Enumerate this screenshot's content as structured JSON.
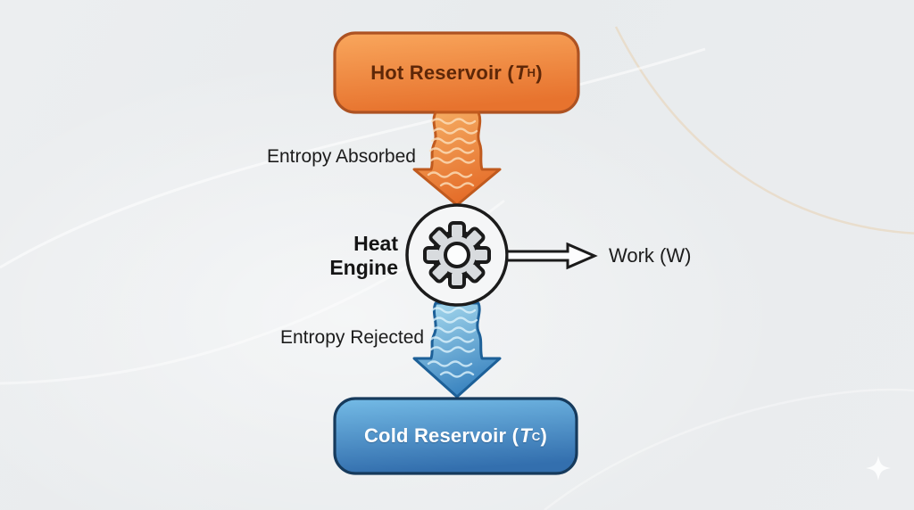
{
  "diagram": {
    "hot_reservoir": {
      "prefix": "Hot Reservoir (",
      "symbol": "T",
      "subscript": "H",
      "suffix": ")"
    },
    "cold_reservoir": {
      "prefix": "Cold Reservoir (",
      "symbol": "T",
      "subscript": "C",
      "suffix": ")"
    },
    "heat_engine": {
      "line1": "Heat",
      "line2": "Engine"
    },
    "flows": {
      "entropy_absorbed": "Entropy Absorbed",
      "entropy_rejected": "Entropy Rejected",
      "work": "Work (W)"
    },
    "colors": {
      "background": "#eaecee",
      "outline": "#1b1b1b",
      "label_text": "#1c1c1c",
      "hot_box_top": "#f9a75d",
      "hot_box_bottom": "#e7732e",
      "hot_box_border": "#ad5222",
      "hot_box_text": "#5e2708",
      "hot_arrow_top": "#f6b066",
      "hot_arrow_bottom": "#e56e2a",
      "hot_arrow_border": "#c05a1e",
      "hot_arrow_texture": "#fbe0bd",
      "cold_box_top": "#74bbe6",
      "cold_box_bottom": "#336fae",
      "cold_box_border": "#163a5c",
      "cold_box_text": "#ffffff",
      "cold_arrow_top": "#abddf0",
      "cold_arrow_bottom": "#3d86c1",
      "cold_arrow_border": "#1d6098",
      "cold_arrow_texture": "#ddf2fb",
      "engine_circle_fill": "#f5f6f7",
      "gear_fill": "#d8dbde",
      "gear_hole_fill": "#fcfdfd",
      "work_arrow_fill": "#fdfdfe"
    }
  }
}
